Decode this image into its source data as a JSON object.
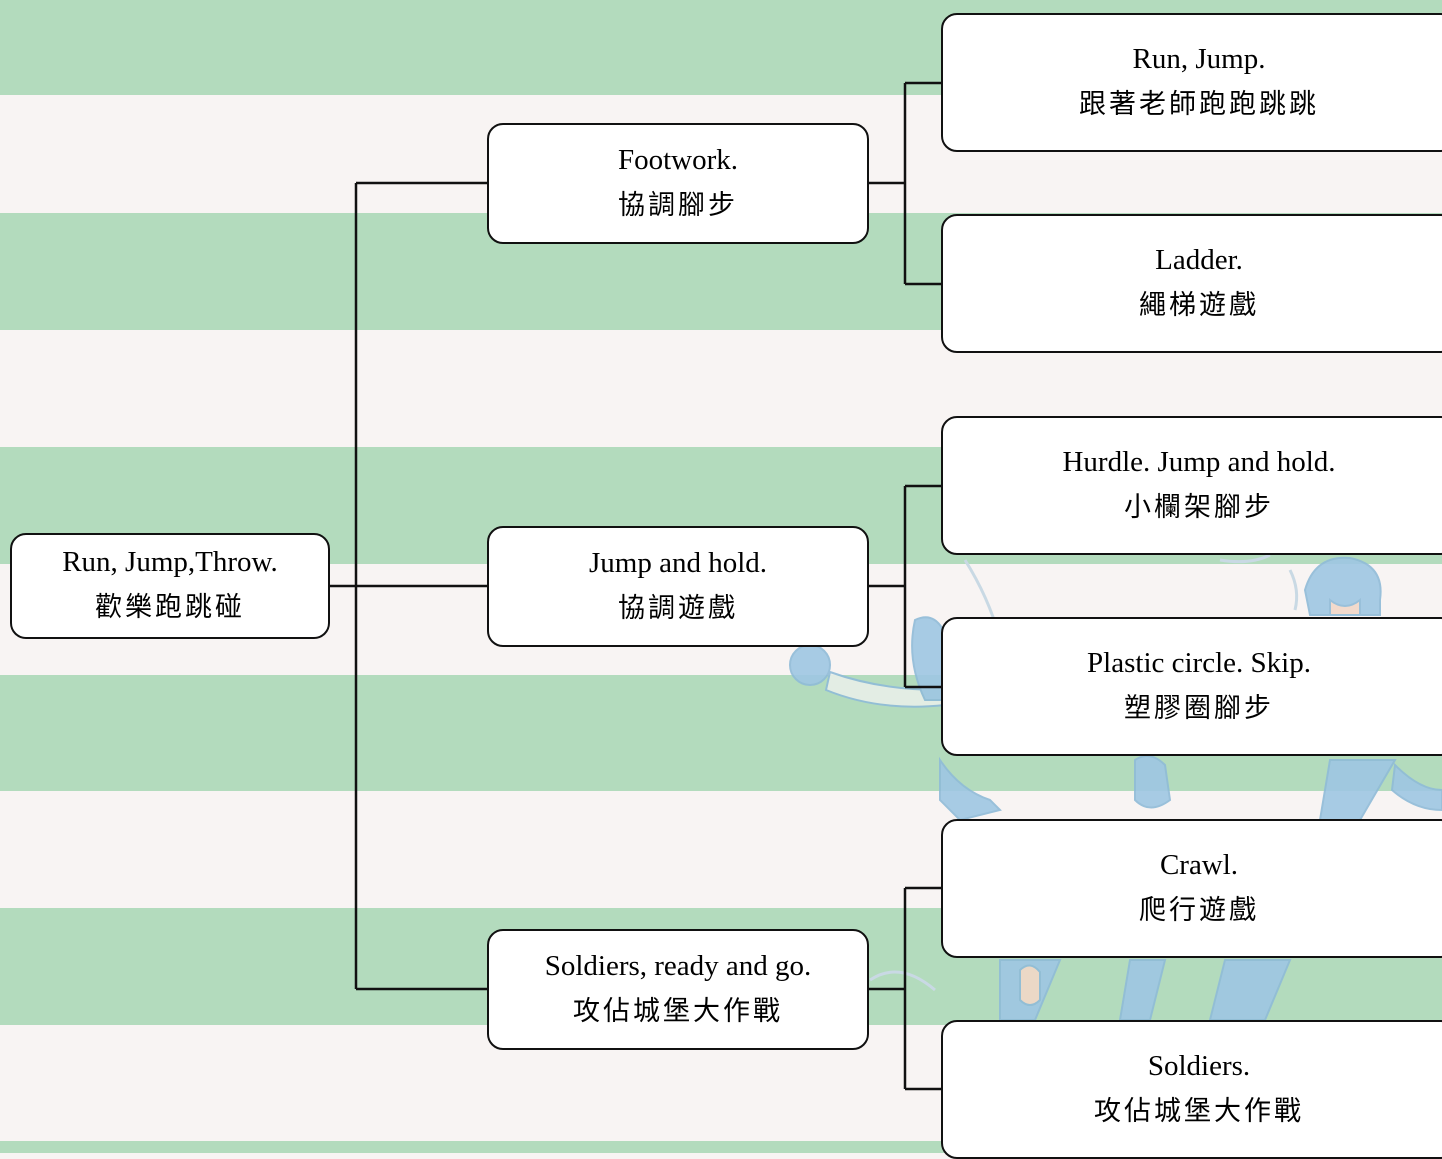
{
  "colors": {
    "stripe_green": "#b3dbbd",
    "stripe_light": "#f8f4f3",
    "node_fill": "#ffffff",
    "node_border": "#111111",
    "connector": "#111111",
    "art_blue": "#9fc7e3"
  },
  "background_art": "silhouettes-of-athletes-illustration",
  "tree": {
    "root": {
      "en": "Run, Jump,Throw.",
      "zh": "歡樂跑跳碰"
    },
    "level1": [
      {
        "en": "Footwork.",
        "zh": "協調腳步"
      },
      {
        "en": "Jump and hold.",
        "zh": "協調遊戲"
      },
      {
        "en": "Soldiers, ready and go.",
        "zh": "攻佔城堡大作戰"
      }
    ],
    "level2": [
      {
        "en": "Run, Jump.",
        "zh": "跟著老師跑跑跳跳"
      },
      {
        "en": "Ladder.",
        "zh": "繩梯遊戲"
      },
      {
        "en": "Hurdle. Jump and hold.",
        "zh": "小欄架腳步"
      },
      {
        "en": "Plastic circle. Skip.",
        "zh": "塑膠圈腳步"
      },
      {
        "en": "Crawl.",
        "zh": "爬行遊戲"
      },
      {
        "en": "Soldiers.",
        "zh": "攻佔城堡大作戰"
      }
    ]
  }
}
